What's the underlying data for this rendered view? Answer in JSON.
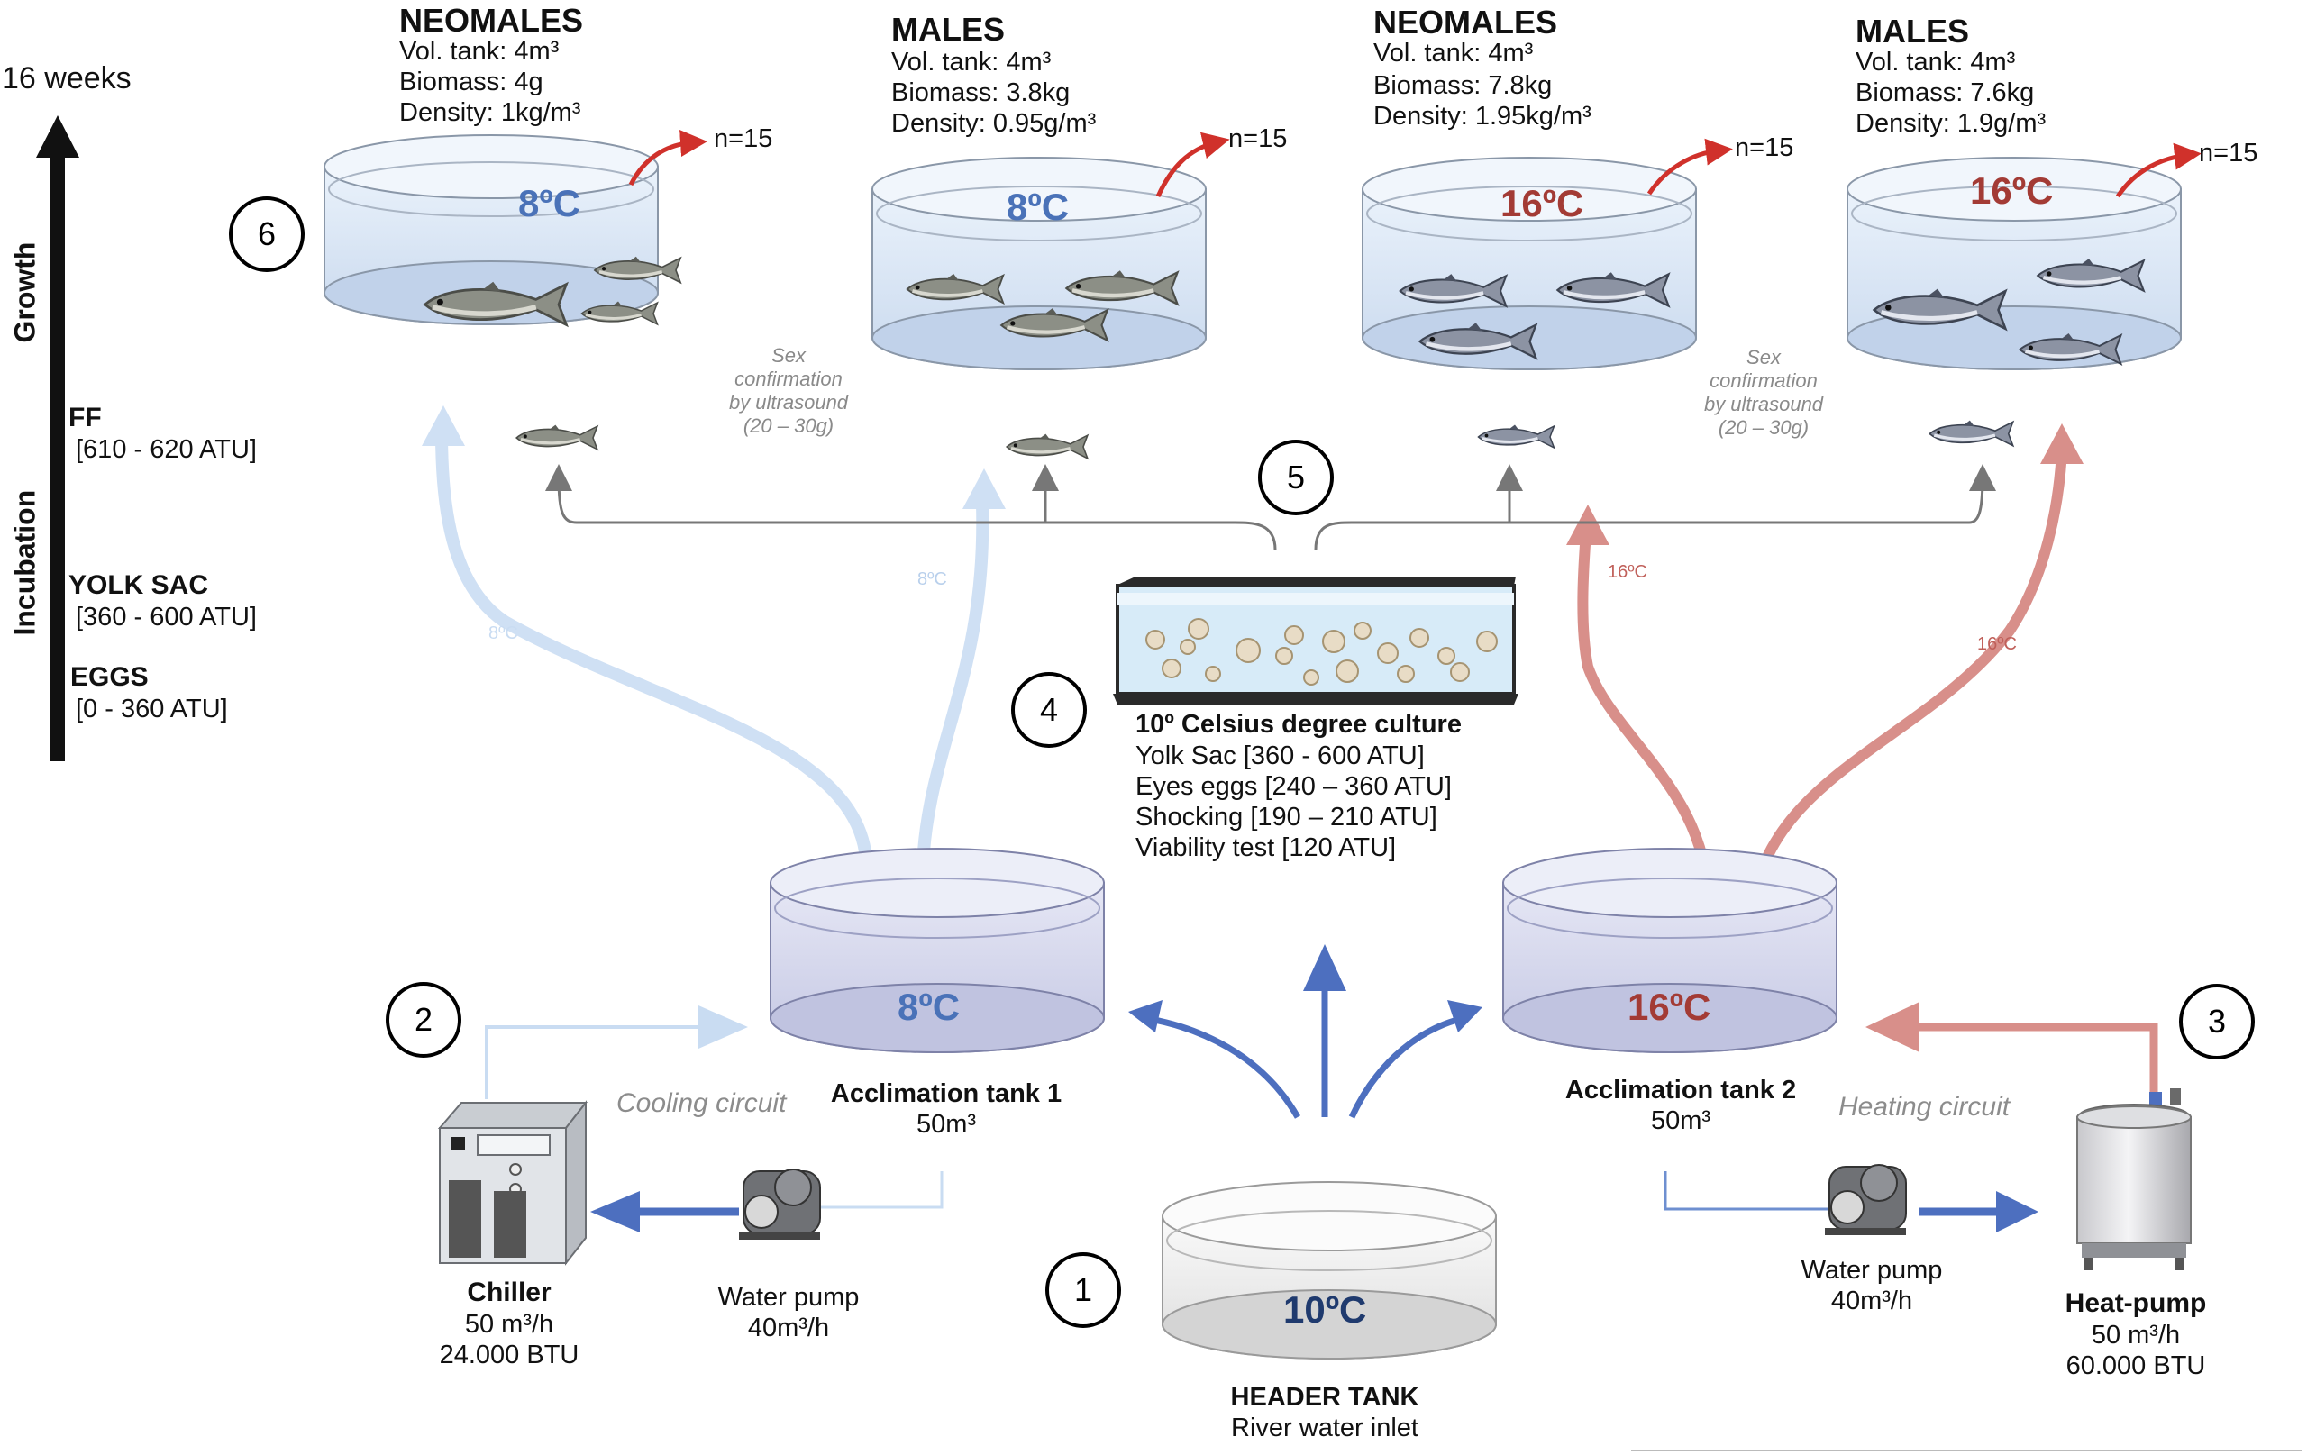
{
  "timeline": {
    "top_label": "16 weeks",
    "phase_growth": "Growth",
    "phase_incubation": "Incubation",
    "stages": [
      {
        "name": "FF",
        "range": "[610 - 620 ATU]"
      },
      {
        "name": "YOLK SAC",
        "range": "[360 - 600 ATU]"
      },
      {
        "name": "EGGS",
        "range": "[0 - 360 ATU]"
      }
    ]
  },
  "grow_tanks": [
    {
      "title": "NEOMALES",
      "vol": "Vol. tank: 4m³",
      "biomass": "Biomass:  4g",
      "density": "Density: 1kg/m³",
      "temp": "8ºC",
      "n": "n=15"
    },
    {
      "title": "MALES",
      "vol": "Vol. tank: 4m³",
      "biomass": "Biomass:  3.8kg",
      "density": "Density: 0.95g/m³",
      "temp": "8ºC",
      "n": "n=15"
    },
    {
      "title": "NEOMALES",
      "vol": "Vol. tank: 4m³",
      "biomass": "Biomass:  7.8kg",
      "density": "Density: 1.95kg/m³",
      "temp": "16ºC",
      "n": "n=15"
    },
    {
      "title": "MALES",
      "vol": "Vol. tank: 4m³",
      "biomass": "Biomass:  7.6kg",
      "density": "Density:  1.9g/m³",
      "temp": "16ºC",
      "n": "n=15"
    }
  ],
  "sex_confirmation": {
    "line1": "Sex",
    "line2": "confirmation",
    "line3": "by ultrasound",
    "line4": "(20 – 30g)"
  },
  "flow_labels": {
    "cold_left": "8ºC",
    "cold_mid": "8ºC",
    "warm_mid": "16ºC",
    "warm_right": "16ºC"
  },
  "culture": {
    "title": "10º Celsius degree culture",
    "lines": [
      "Yolk Sac [360 - 600 ATU]",
      "Eyes eggs [240 – 360 ATU]",
      "Shocking [190 – 210 ATU]",
      "Viability test [120 ATU]"
    ]
  },
  "acclimation": [
    {
      "name": "Acclimation tank 1",
      "vol": "50m³",
      "temp": "8ºC"
    },
    {
      "name": "Acclimation tank 2",
      "vol": "50m³",
      "temp": "16ºC"
    }
  ],
  "header_tank": {
    "name": "HEADER TANK",
    "sub": "River water inlet",
    "temp": "10ºC"
  },
  "circuits": {
    "cooling": "Cooling circuit",
    "heating": "Heating circuit"
  },
  "chiller": {
    "name": "Chiller",
    "flow": "50 m³/h",
    "power": "24.000 BTU"
  },
  "heat_pump": {
    "name": "Heat-pump",
    "flow": "50 m³/h",
    "power": "60.000 BTU"
  },
  "pump_left": {
    "name": "Water pump",
    "flow": "40m³/h"
  },
  "pump_right": {
    "name": "Water pump",
    "flow": "40m³/h"
  },
  "steps": [
    "1",
    "2",
    "3",
    "4",
    "5",
    "6"
  ],
  "colors": {
    "cold": "#4a72b8",
    "cold_light": "#c9dcf2",
    "warm": "#a33b35",
    "warm_light": "#d98b86",
    "blue_arrow": "#4d6fbf",
    "red_arrow": "#d0312b",
    "gray_line": "#777777"
  }
}
